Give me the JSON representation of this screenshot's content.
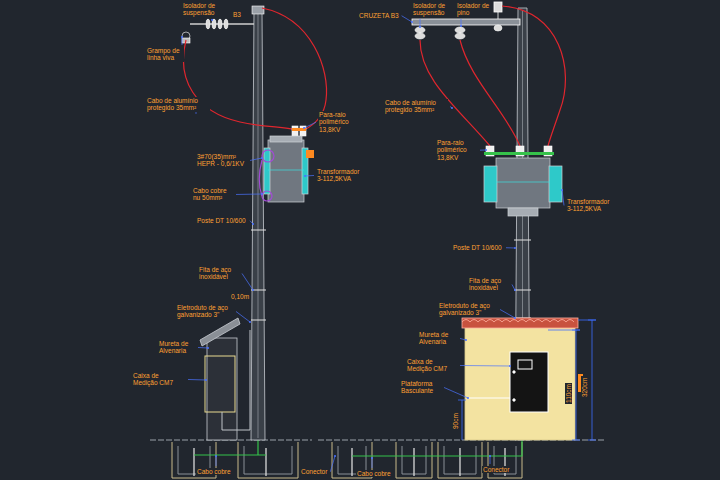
{
  "diagram": {
    "labels": [
      "Isolador de suspensão",
      "B3",
      "Grampo de linha viva",
      "Cabo de alumínio protegido 35mm²",
      "Para-raio polimérico 13,8KV",
      "3#70(35)mm² HEPR - 0,6/1KV",
      "Transformador 3-112,5KVA",
      "Cabo cobre nu 50mm²",
      "Poste DT 10/600",
      "Fita de aço inoxidável",
      "0,10m",
      "Eletroduto de aço galvanizado 3\"",
      "Mureta de Alvenaria",
      "Caixa de Medição CM7",
      "Cabo cobre",
      "Isolador de suspensão",
      "Isolador de pino",
      "CRUZETA B3",
      "Cabo de alumínio protegido 35mm²",
      "Para-raio polimérico 13,8KV",
      "Transformador 3-112,5KVA",
      "Poste DT 10/600",
      "Fita de aço inoxidável",
      "Eletroduto de aço galvanizado 3\"",
      "Mureta de Alvenaria",
      "Caixa de Medição CM7",
      "Plataforma Basculante",
      "90cm",
      "110cm",
      "320cm",
      "Conector",
      "Cabo cobre",
      "Conector"
    ]
  }
}
